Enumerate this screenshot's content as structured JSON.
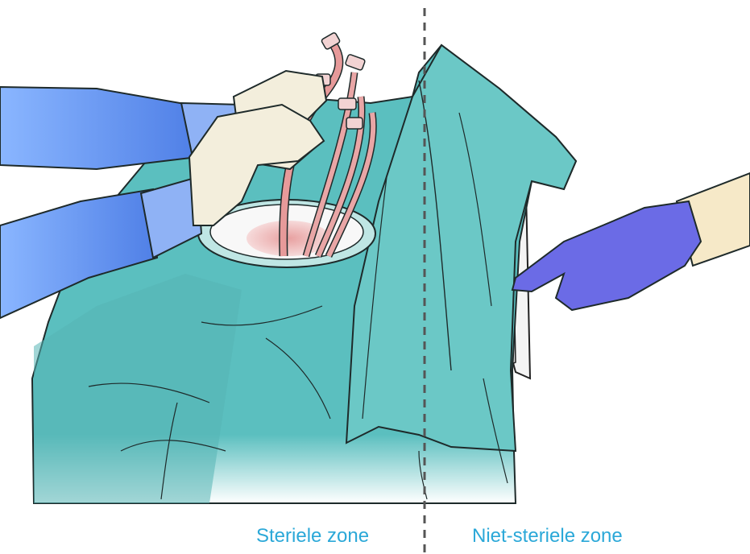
{
  "labels": {
    "sterile_zone": "Steriele zone",
    "non_sterile_zone": "Niet-steriele zone"
  },
  "colors": {
    "label_text": "#2BA8D8",
    "drape": "#5BBFBF",
    "drape_shadow": "#4AA8A8",
    "drape_light": "#7FD0CC",
    "sleeve": "#5C8FF0",
    "sterile_glove": "#F3EEDC",
    "nonsterile_glove": "#6B6BE6",
    "tubing": "#E79A9A",
    "machine": "#F4F4F4",
    "divider": "#555555"
  },
  "icons": {
    "scene": "surgical-drape-sterile-field-illustration"
  }
}
